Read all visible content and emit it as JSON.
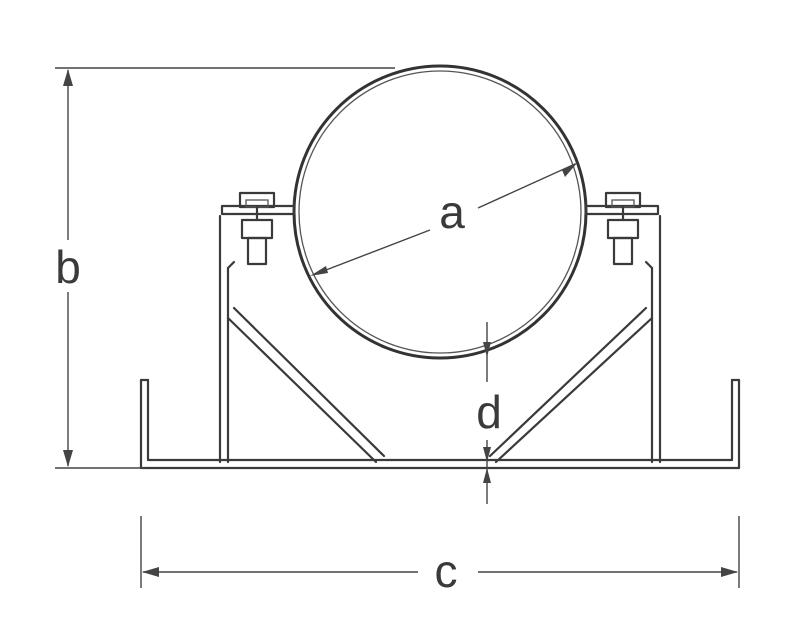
{
  "labels": {
    "a": "a",
    "b": "b",
    "c": "c",
    "d": "d"
  },
  "colors": {
    "stroke": "#3a3a3a",
    "background": "#ffffff"
  }
}
